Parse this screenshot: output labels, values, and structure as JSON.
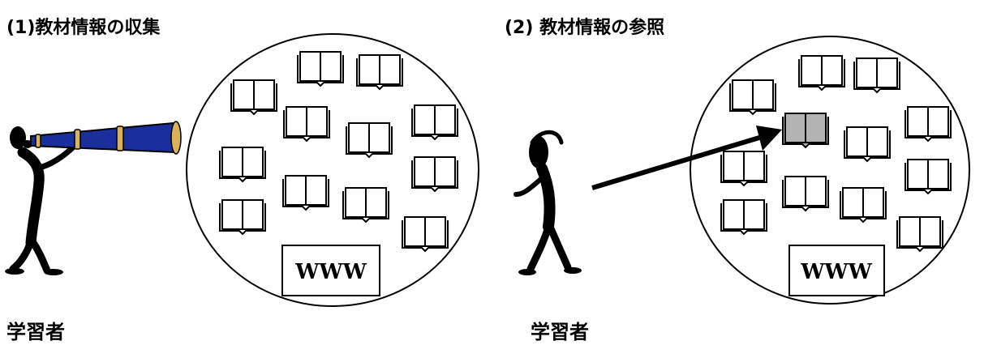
{
  "panels": [
    {
      "title": "(1)教材情報の収集",
      "learner": "学習者",
      "www": "WWW"
    },
    {
      "title": "(2) 教材情報の参照",
      "learner": "学習者",
      "www": "WWW"
    }
  ],
  "icons": {
    "book": "open-book-icon",
    "telescope": "telescope-icon",
    "person": "person-silhouette-icon",
    "arrow": "arrow-icon"
  },
  "colors": {
    "telescope_body": "#1a2f9c",
    "telescope_ring": "#d9b25a",
    "highlighted_book": "#b3b3b3"
  }
}
